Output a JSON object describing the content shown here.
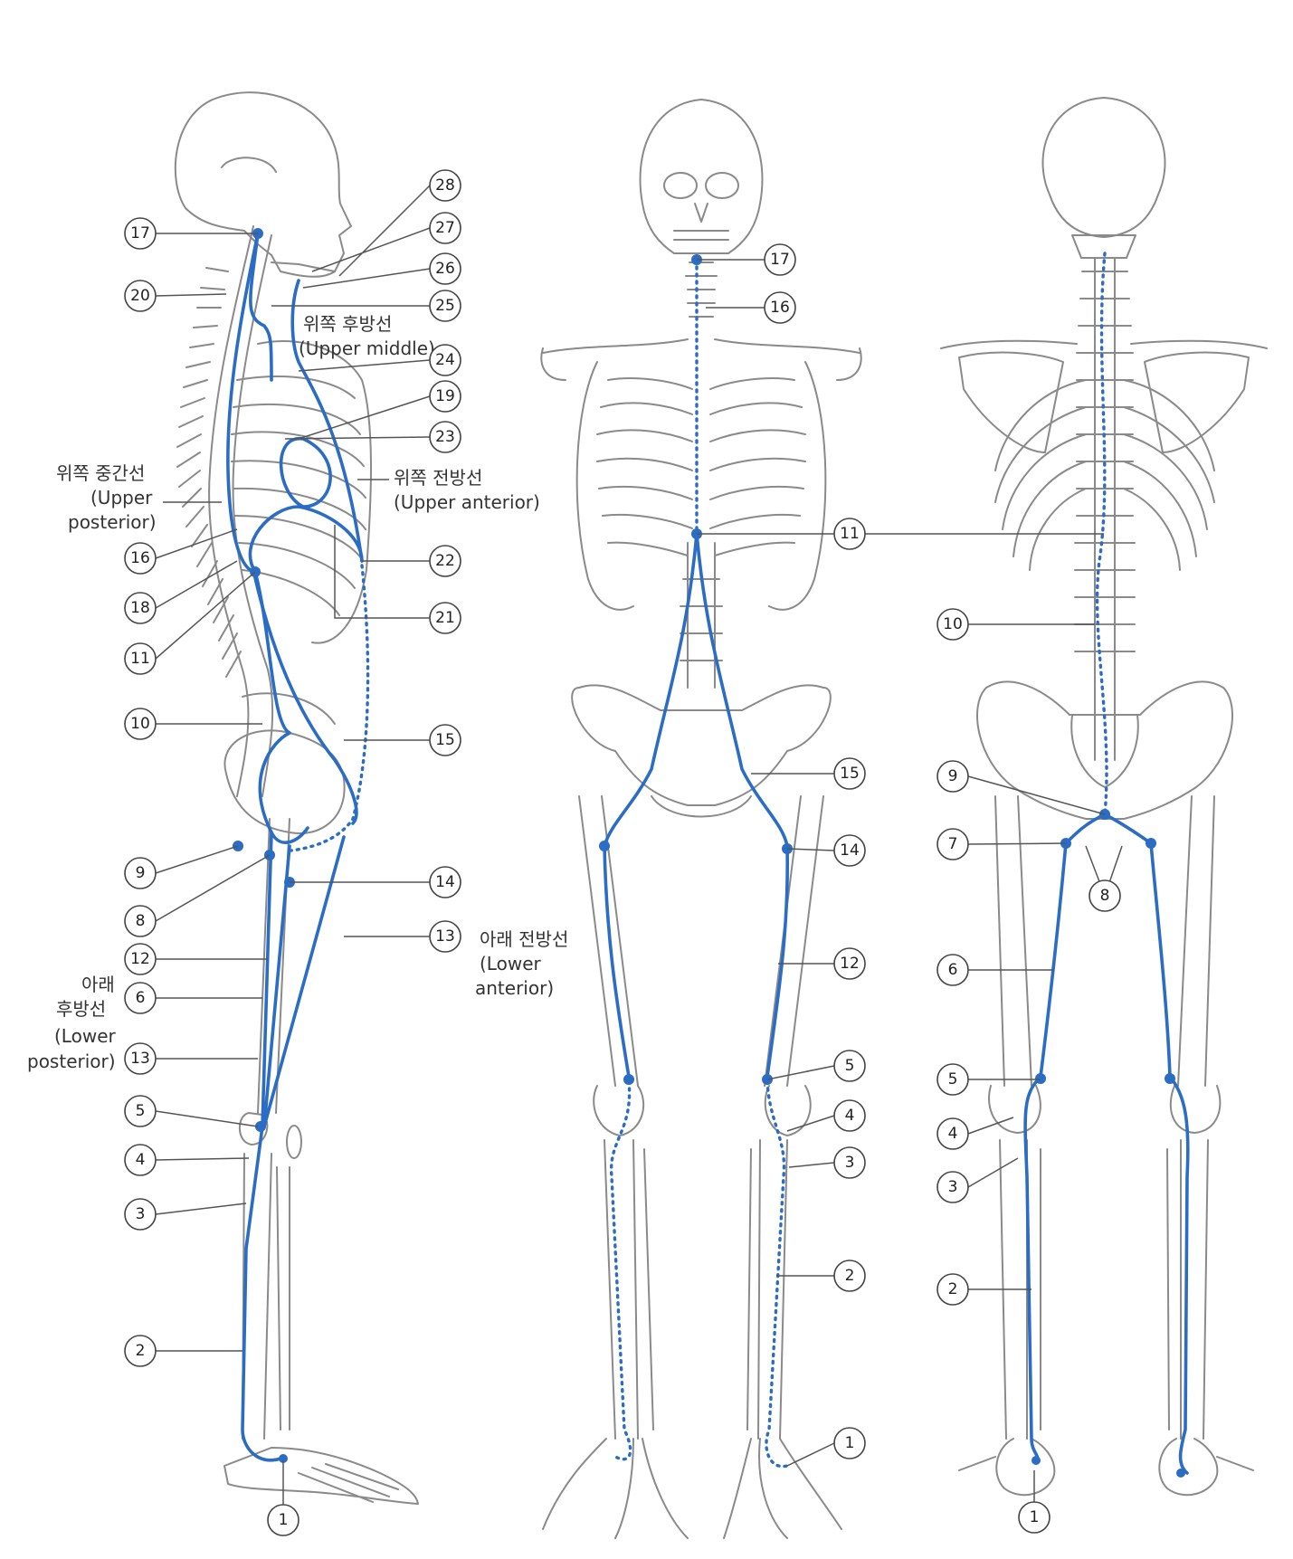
{
  "captions": {
    "upper_middle_ko": "위쪽 후방선",
    "upper_middle_en": "(Upper middle)",
    "upper_posterior_ko": "위쪽 중간선",
    "upper_posterior_en1": "(Upper",
    "upper_posterior_en2": "posterior)",
    "upper_anterior_ko": "위쪽 전방선",
    "upper_anterior_en": "(Upper anterior)",
    "lower_anterior_ko": "아래 전방선",
    "lower_anterior_en1": "(Lower",
    "lower_anterior_en2": "anterior)",
    "lower_posterior_ko1": "아래",
    "lower_posterior_ko2": "후방선",
    "lower_posterior_en1": "(Lower",
    "lower_posterior_en2": "posterior)"
  },
  "badges": {
    "side": [
      "17",
      "20",
      "16",
      "18",
      "11",
      "10",
      "9",
      "8",
      "12",
      "6",
      "13",
      "5",
      "4",
      "3",
      "2",
      "1",
      "28",
      "27",
      "26",
      "25",
      "24",
      "19",
      "23",
      "22",
      "21",
      "15",
      "14",
      "13"
    ],
    "front": [
      "17",
      "16",
      "11",
      "15",
      "14",
      "12",
      "5",
      "4",
      "3",
      "2",
      "1"
    ],
    "back": [
      "10",
      "9",
      "7",
      "8",
      "6",
      "5",
      "4",
      "3",
      "2",
      "1"
    ]
  },
  "colors": {
    "line": "#2b6dc4",
    "bone": "#8a8a8a"
  }
}
